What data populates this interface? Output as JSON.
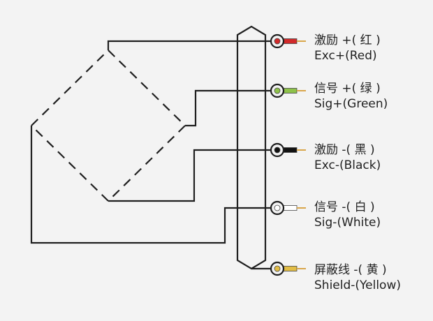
{
  "wires": [
    {
      "cn": "激励 +( 红 )",
      "en": "Exc+(Red)",
      "color": "#d12a2a"
    },
    {
      "cn": "信号 +( 绿 )",
      "en": "Sig+(Green)",
      "color": "#8ec24a"
    },
    {
      "cn": "激励 -( 黑 )",
      "en": "Exc-(Black)",
      "color": "#111111"
    },
    {
      "cn": "信号 -( 白 )",
      "en": "Sig-(White)",
      "color": "#ffffff"
    },
    {
      "cn": "屏蔽线 -( 黄 )",
      "en": "Shield-(Yellow)",
      "color": "#e2bd45"
    }
  ]
}
